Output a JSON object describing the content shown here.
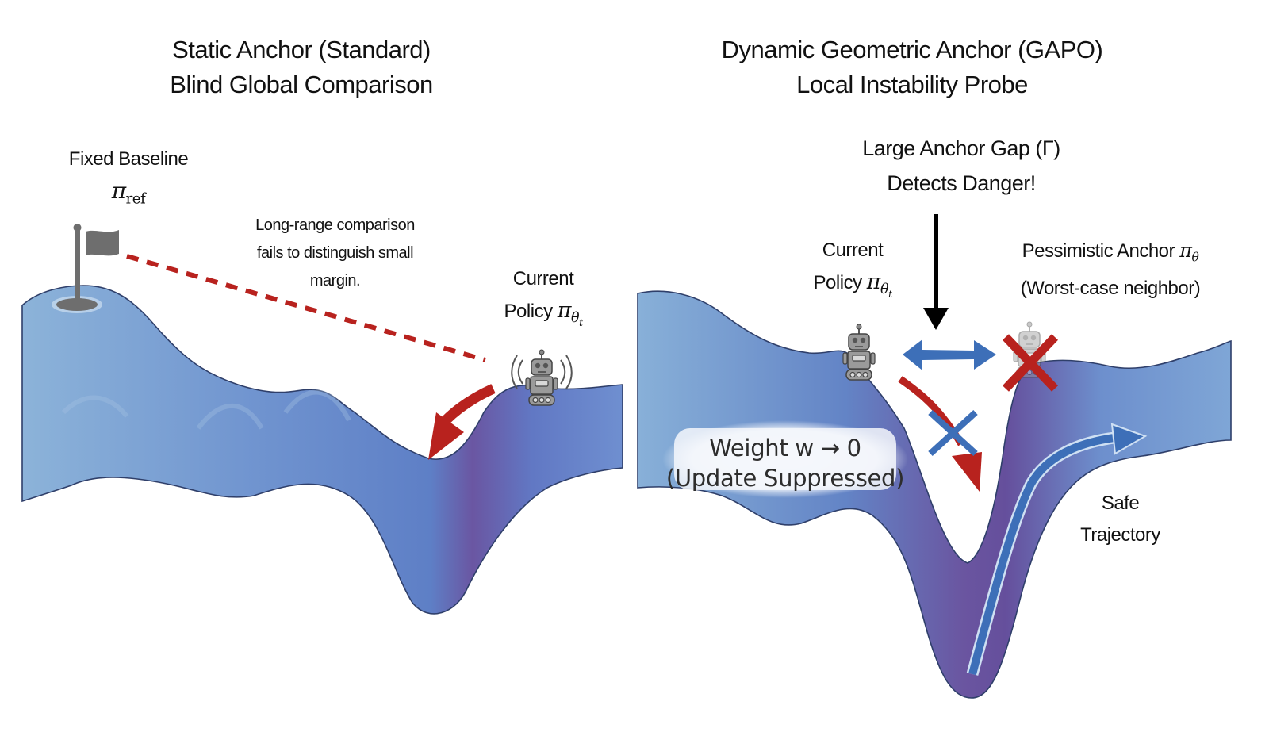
{
  "left_panel": {
    "title_line1": "Static Anchor (Standard)",
    "title_line2": "Blind Global Comparison",
    "baseline_label": "Fixed Baseline",
    "baseline_symbol": "π",
    "baseline_symbol_sub": "ref",
    "comparison_note_line1": "Long-range comparison",
    "comparison_note_line2": "fails to distinguish small",
    "comparison_note_line3": "margin.",
    "policy_label_line1": "Current",
    "policy_label_line2": "Policy",
    "policy_symbol": "π",
    "policy_symbol_sub": "θ",
    "policy_symbol_subsub": "t",
    "icons": [
      "flag-icon",
      "robot-icon",
      "dashed-comparison-line",
      "curved-down-arrow-icon"
    ]
  },
  "right_panel": {
    "title_line1": "Dynamic Geometric Anchor (GAPO)",
    "title_line2": "Local Instability Probe",
    "gap_label_line1": "Large Anchor Gap (Γ)",
    "gap_label_line2": "Detects Danger!",
    "policy_label_line1": "Current",
    "policy_label_line2": "Policy",
    "policy_symbol": "π",
    "policy_symbol_sub": "θ",
    "policy_symbol_subsub": "t",
    "anchor_label_line1": "Pessimistic Anchor",
    "anchor_symbol": "π",
    "anchor_symbol_sub": "θ",
    "anchor_label_line2": "(Worst-case neighbor)",
    "weight_line1": "Weight w → 0",
    "weight_line2": "(Update Suppressed)",
    "safe_line1": "Safe",
    "safe_line2": "Trajectory",
    "icons": [
      "down-arrow-icon",
      "double-arrow-icon",
      "robot-icon",
      "ghost-robot-icon",
      "red-x-icon",
      "blue-x-icon",
      "red-arrow-icon",
      "safe-trajectory-arrow-icon"
    ]
  },
  "colors": {
    "landscape_light": "#7fa8d6",
    "landscape_mid": "#5f82c6",
    "landscape_deep": "#6a4f98",
    "danger_red": "#b8221e",
    "safe_blue": "#3d6fb8",
    "robot_gray": "#808080"
  }
}
